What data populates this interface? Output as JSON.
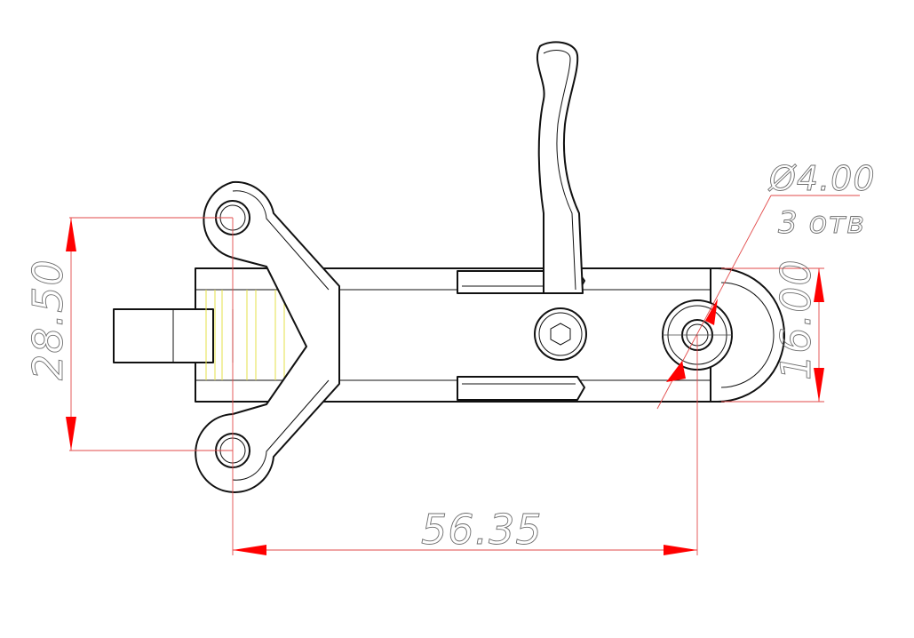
{
  "dimensions": {
    "height_left": "28.50",
    "width_bottom": "56.35",
    "height_right": "16.00",
    "hole_diameter": "Ø4.00",
    "hole_count": "3 отв"
  },
  "colors": {
    "outline": "#111111",
    "dimension_line": "#e24a4a",
    "arrow": "#ff0000",
    "dimension_text": "#6e6e6e",
    "hatch": "#e6e04a"
  }
}
